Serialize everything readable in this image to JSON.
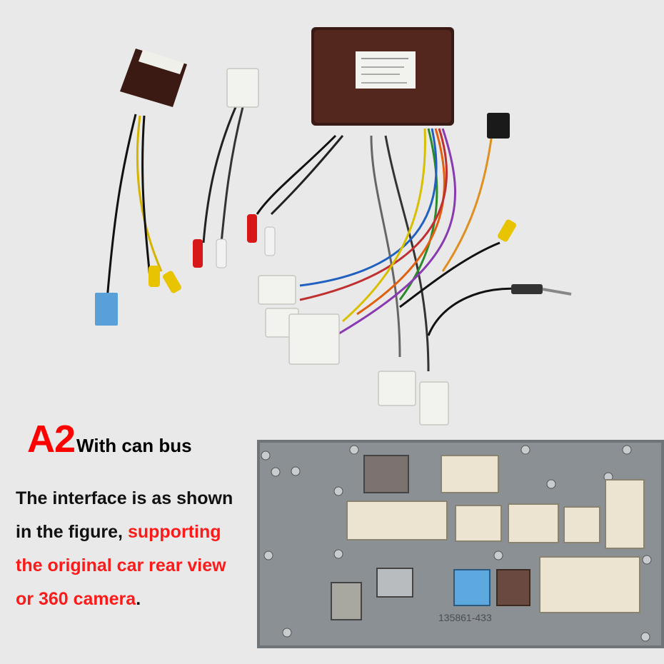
{
  "heading": {
    "model": "A2",
    "subtitle": "With can bus"
  },
  "description": {
    "line1": "The interface is as shown",
    "line2_black": "in the figure, ",
    "line2_red": "supporting",
    "line3": "the original car rear view",
    "line4_red": "or 360 camera",
    "line4_black": "."
  },
  "panel": {
    "part_number": "135861-433"
  },
  "colors": {
    "accent": "#ff0000",
    "text": "#000000",
    "background": "#e9e9e9"
  }
}
